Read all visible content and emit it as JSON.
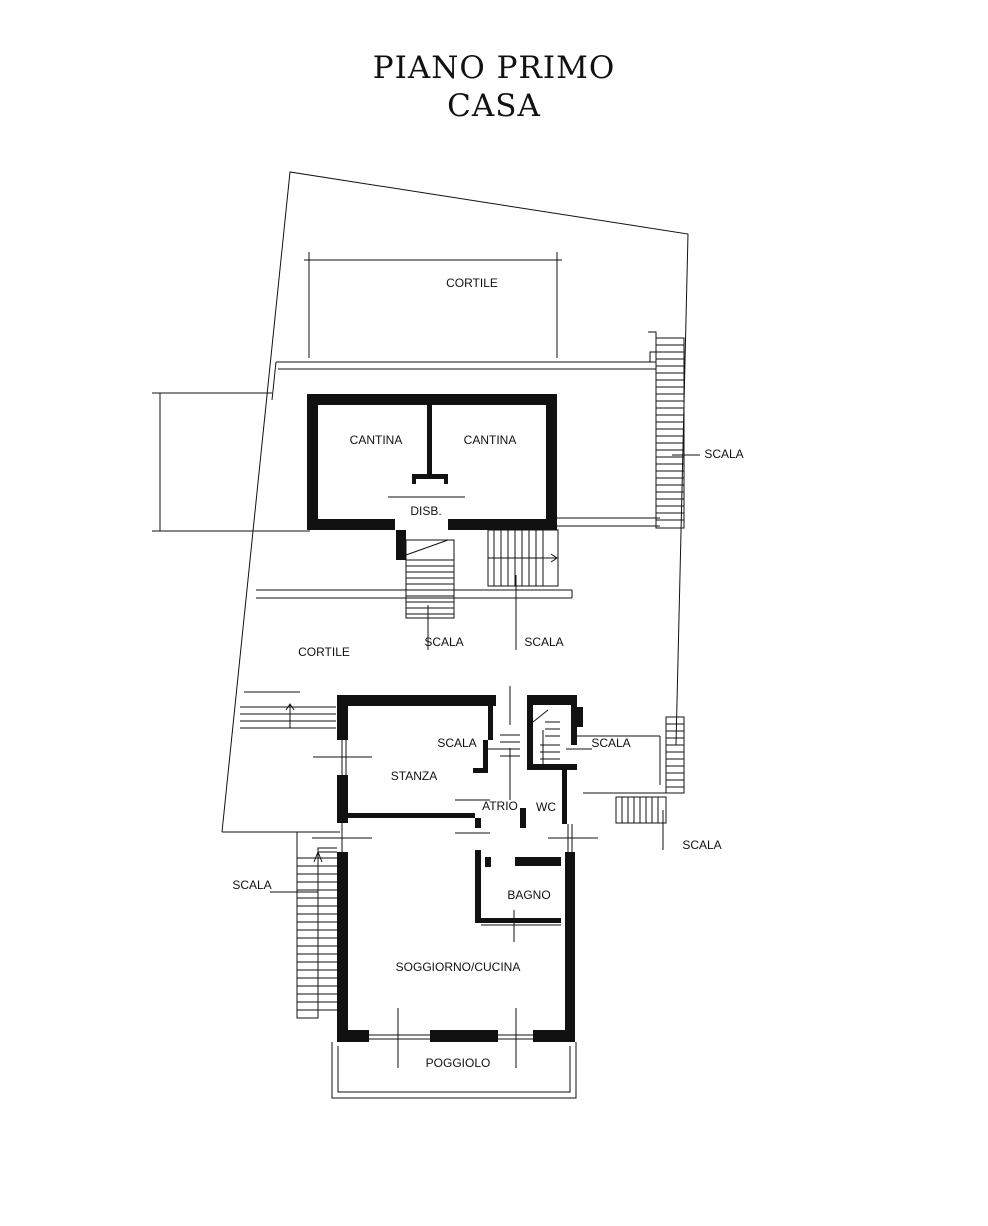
{
  "title": {
    "line1": "PIANO PRIMO",
    "line2": "CASA"
  },
  "labels": {
    "cortile_top": "CORTILE",
    "cantina_left": "CANTINA",
    "cantina_right": "CANTINA",
    "disb": "DISB.",
    "scala_right_top": "SCALA",
    "scala_mid_left": "SCALA",
    "scala_mid_right": "SCALA",
    "cortile_mid": "CORTILE",
    "scala_inner": "SCALA",
    "scala_wc": "SCALA",
    "stanza": "STANZA",
    "atrio": "ATRIO",
    "wc": "WC",
    "scala_right_bottom": "SCALA",
    "scala_left": "SCALA",
    "bagno": "BAGNO",
    "soggiorno": "SOGGIORNO/CUCINA",
    "poggiolo": "POGGIOLO"
  }
}
